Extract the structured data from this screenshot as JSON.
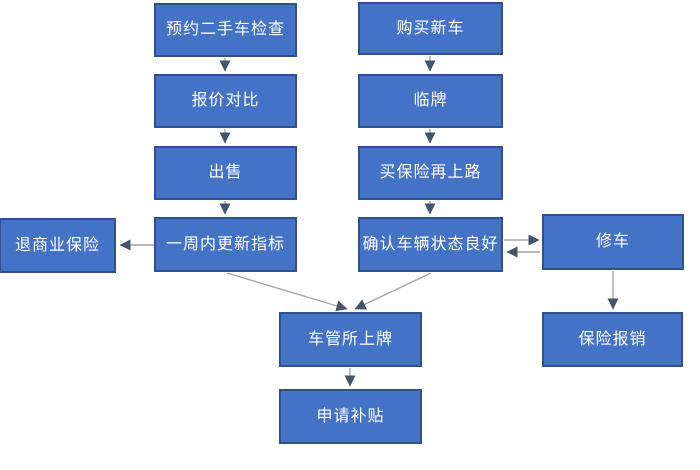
{
  "diagram": {
    "type": "flowchart",
    "nodes": {
      "book_used_car_inspection": {
        "label": "预约二手车检查"
      },
      "quote_comparison": {
        "label": "报价对比"
      },
      "sell": {
        "label": "出售"
      },
      "update_quota_within_week": {
        "label": "一周内更新指标"
      },
      "refund_commercial_insurance": {
        "label": "退商业保险"
      },
      "buy_new_car": {
        "label": "购买新车"
      },
      "temporary_plate": {
        "label": "临牌"
      },
      "buy_insurance_then_drive": {
        "label": "买保险再上路"
      },
      "confirm_vehicle_good": {
        "label": "确认车辆状态良好"
      },
      "repair_car": {
        "label": "修车"
      },
      "insurance_reimbursement": {
        "label": "保险报销"
      },
      "dmv_plate_registration": {
        "label": "车管所上牌"
      },
      "apply_subsidy": {
        "label": "申请补贴"
      }
    },
    "edges": [
      {
        "from": "book_used_car_inspection",
        "to": "quote_comparison"
      },
      {
        "from": "quote_comparison",
        "to": "sell"
      },
      {
        "from": "sell",
        "to": "update_quota_within_week"
      },
      {
        "from": "update_quota_within_week",
        "to": "refund_commercial_insurance"
      },
      {
        "from": "update_quota_within_week",
        "to": "dmv_plate_registration"
      },
      {
        "from": "buy_new_car",
        "to": "temporary_plate"
      },
      {
        "from": "temporary_plate",
        "to": "buy_insurance_then_drive"
      },
      {
        "from": "buy_insurance_then_drive",
        "to": "confirm_vehicle_good"
      },
      {
        "from": "confirm_vehicle_good",
        "to": "repair_car"
      },
      {
        "from": "repair_car",
        "to": "confirm_vehicle_good"
      },
      {
        "from": "confirm_vehicle_good",
        "to": "dmv_plate_registration"
      },
      {
        "from": "repair_car",
        "to": "insurance_reimbursement"
      },
      {
        "from": "dmv_plate_registration",
        "to": "apply_subsidy"
      }
    ],
    "colors": {
      "canvas_bg": "#FFFFFF",
      "node_fill": "#4472C4",
      "node_border": "#2F528F",
      "node_text": "#FFFFFF",
      "connector_line": "#A6A6A6",
      "connector_arrow": "#44546A"
    }
  }
}
